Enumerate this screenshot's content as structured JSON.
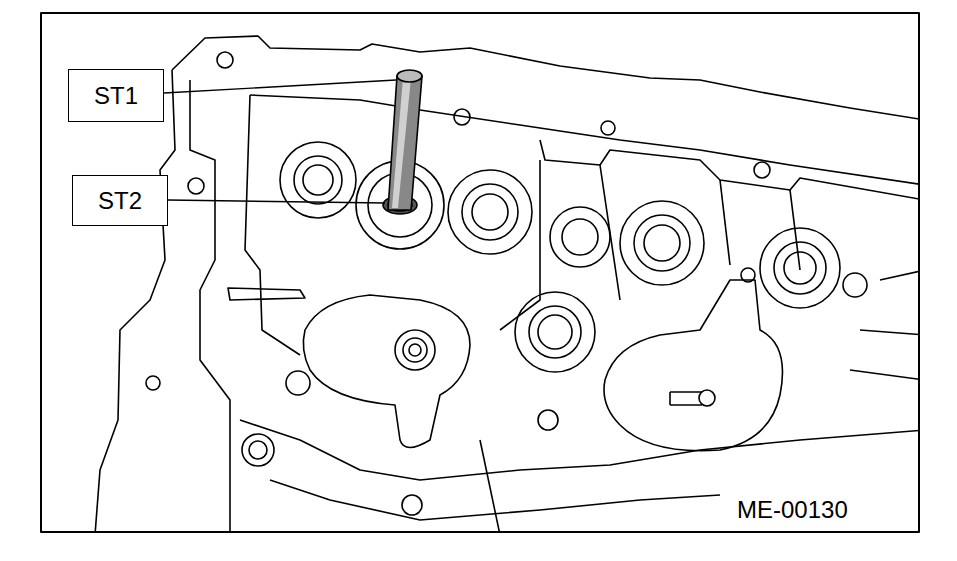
{
  "diagram": {
    "nodes": [
      {
        "text": [
          "ST1"
        ]
      },
      {
        "text": [
          "ST2"
        ]
      }
    ],
    "labels": [
      "ME-00130"
    ]
  }
}
